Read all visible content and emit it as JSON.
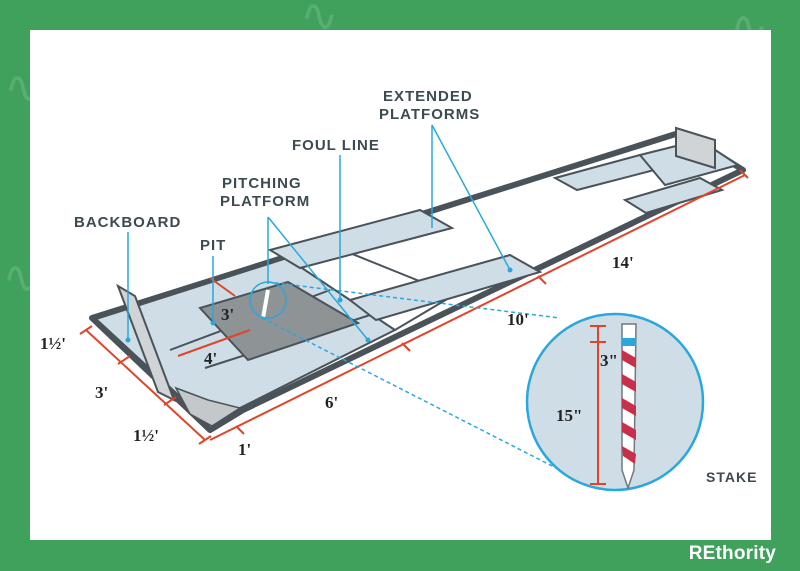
{
  "labels": {
    "extended_platforms_line1": "EXTENDED",
    "extended_platforms_line2": "PLATFORMS",
    "foul_line": "FOUL LINE",
    "pitching_platform_line1": "PITCHING",
    "pitching_platform_line2": "PLATFORM",
    "backboard": "BACKBOARD",
    "pit": "PIT",
    "stake": "STAKE"
  },
  "dimensions": {
    "left_top": "1½'",
    "left_mid": "3'",
    "bottom_left": "1½'",
    "one_ft": "1'",
    "six_ft": "6'",
    "ten_ft": "10'",
    "fourteen_ft": "14'",
    "pit_width": "3'",
    "pit_length": "4'",
    "stake_top": "3\"",
    "stake_total": "15\""
  },
  "brand": "REthority",
  "colors": {
    "background_green": "#3fa15c",
    "outline": "#4a5359",
    "platform_fill": "#cfdde6",
    "pit_fill": "#8e9396",
    "dimension_red": "#e0452b",
    "callout_blue": "#2aa7dc"
  }
}
